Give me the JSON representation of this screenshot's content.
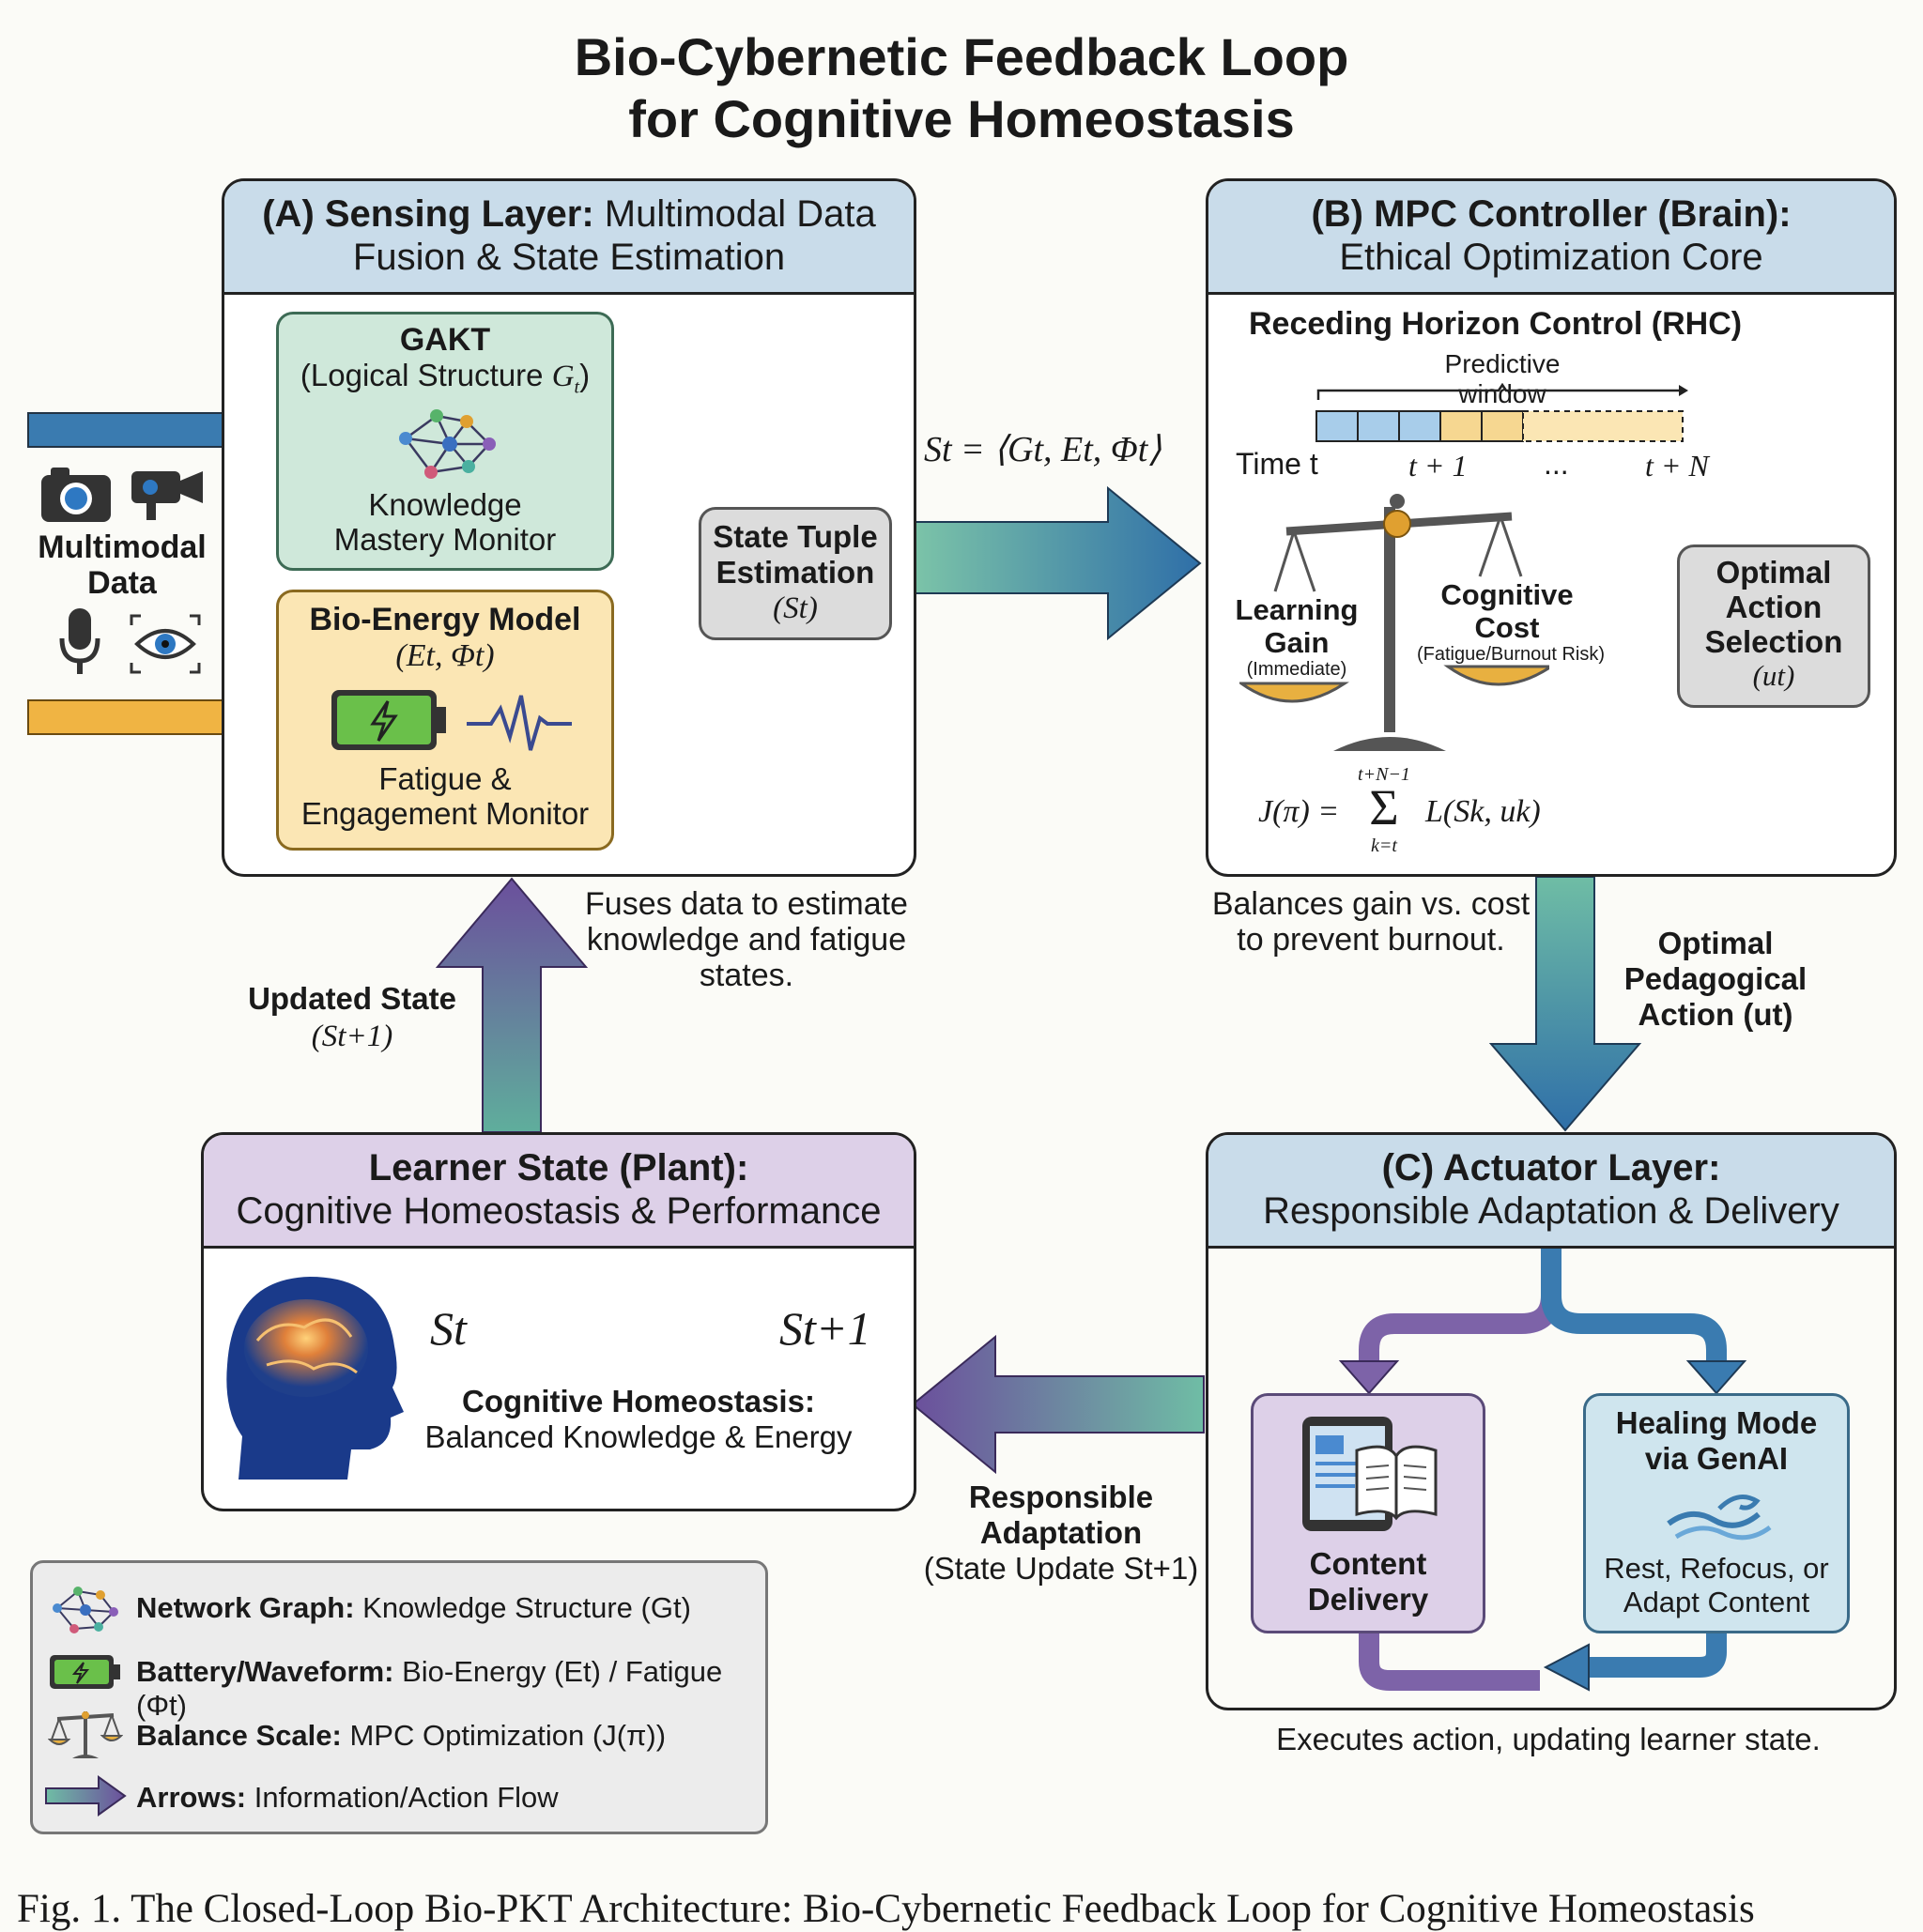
{
  "title_line1": "Bio-Cybernetic Feedback Loop",
  "title_line2": "for Cognitive Homeostasis",
  "sensing": {
    "head_bold": "(A) Sensing Layer:",
    "head_rest": " Multimodal Data",
    "head_line2": "Fusion & State Estimation",
    "gakt_title": "GAKT",
    "gakt_sub_prefix": "(Logical Structure ",
    "gakt_sub_sym": "G",
    "gakt_sub_sub": "t",
    "gakt_sub_suffix": ")",
    "gakt_line1": "Knowledge",
    "gakt_line2": "Mastery Monitor",
    "bio_title": "Bio-Energy Model",
    "bio_sym": "(Et, Φt)",
    "bio_line1": "Fatigue &",
    "bio_line2": "Engagement Monitor",
    "state_line1": "State Tuple",
    "state_line2": "Estimation",
    "state_sym": "(St)",
    "note_line1": "Fuses data to estimate",
    "note_line2": "knowledge and fatigue",
    "note_line3": "states."
  },
  "multimodal": {
    "line1": "Multimodal",
    "line2": "Data"
  },
  "state_eq": "St = ⟨Gt, Et, Φt⟩",
  "mpc": {
    "head_line1": "(B) MPC Controller (Brain):",
    "head_line2": "Ethical Optimization Core",
    "rhc": "Receding Horizon Control (RHC)",
    "window": "Predictive window",
    "time_t": "Time t",
    "t_plus_1": "t + 1",
    "dots": "...",
    "t_plus_n": "t + N",
    "gain_line1": "Learning",
    "gain_line2": "Gain",
    "gain_sub": "(Immediate)",
    "cost_line1": "Cognitive",
    "cost_line2": "Cost",
    "cost_sub": "(Fatigue/Burnout Risk)",
    "opt_line1": "Optimal",
    "opt_line2": "Action",
    "opt_line3": "Selection",
    "opt_sym": "(ut)",
    "formula_lhs": "J(π) =",
    "formula_top": "t+N−1",
    "formula_sigma": "Σ",
    "formula_bottom": "k=t",
    "formula_rhs": "L(Sk, uk)",
    "note_line1": "Balances gain vs. cost",
    "note_line2": "to prevent burnout."
  },
  "optimal_action": {
    "line1": "Optimal",
    "line2": "Pedagogical",
    "line3": "Action (ut)"
  },
  "updated_state": {
    "line1": "Updated State",
    "line2": "(St+1)"
  },
  "learner": {
    "head_line1": "Learner State (Plant):",
    "head_line2": "Cognitive Homeostasis & Performance",
    "s_t": "St",
    "s_t1": "St+1",
    "label_bold": "Cognitive Homeostasis:",
    "label_rest": "Balanced Knowledge & Energy"
  },
  "responsible": {
    "line1": "Responsible",
    "line2": "Adaptation",
    "line3": "(State Update St+1)"
  },
  "actuator": {
    "head_line1": "(C) Actuator Layer:",
    "head_line2": "Responsible Adaptation & Delivery",
    "content_line1": "Content",
    "content_line2": "Delivery",
    "healing_line1": "Healing Mode",
    "healing_line2": "via GenAI",
    "healing_desc1": "Rest, Refocus, or",
    "healing_desc2": "Adapt Content",
    "note": "Executes action, updating learner state."
  },
  "legend": [
    {
      "bold": "Network Graph:",
      "rest": " Knowledge Structure (Gt)"
    },
    {
      "bold": "Battery/Waveform:",
      "rest": " Bio-Energy (Et) / Fatigue (Φt)"
    },
    {
      "bold": "Balance Scale:",
      "rest": " MPC Optimization (J(π))"
    },
    {
      "bold": "Arrows:",
      "rest": " Information/Action Flow"
    }
  ],
  "caption": "Fig. 1. The Closed-Loop Bio-PKT Architecture: Bio-Cybernetic Feedback Loop for Cognitive Homeostasis",
  "colors": {
    "blue_head": "#c9dcea",
    "purple_head": "#ddd0e8",
    "green_box": "#cfe8da",
    "yellow_box": "#fbe6b4",
    "flow_blue": "#3a7bb0",
    "flow_purple": "#6b4f9c",
    "flow_orange": "#f0b443",
    "flow_teal": "#5fb3a0"
  }
}
